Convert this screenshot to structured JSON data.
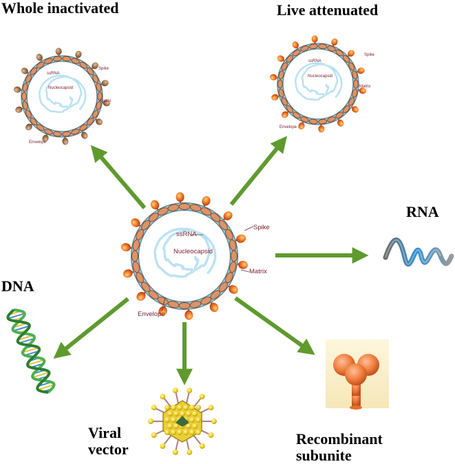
{
  "labels": {
    "whole_inactivated": "Whole inactivated",
    "live_attenuated": "Live attenuated",
    "rna": "RNA",
    "dna": "DNA",
    "viral_vector_line1": "Viral",
    "viral_vector_line2": "vector",
    "recombinant_line1": "Recombinant",
    "recombinant_line2": "subunite"
  },
  "virus_parts": {
    "spike": "Spike",
    "ssrna": "ssRNA",
    "nucleocapsid": "Nucleocapsid",
    "matrix": "Matrix",
    "envelope": "Envelope"
  },
  "colors": {
    "arrow": "#5f9a2e",
    "membrane": "#8fc9e0",
    "spike_center": "#e05a1e",
    "spike_small": "#a0774f",
    "rna_coil": "#9ed6ee",
    "subunit": "#f08a4a",
    "helix_green": "#4caf50"
  }
}
